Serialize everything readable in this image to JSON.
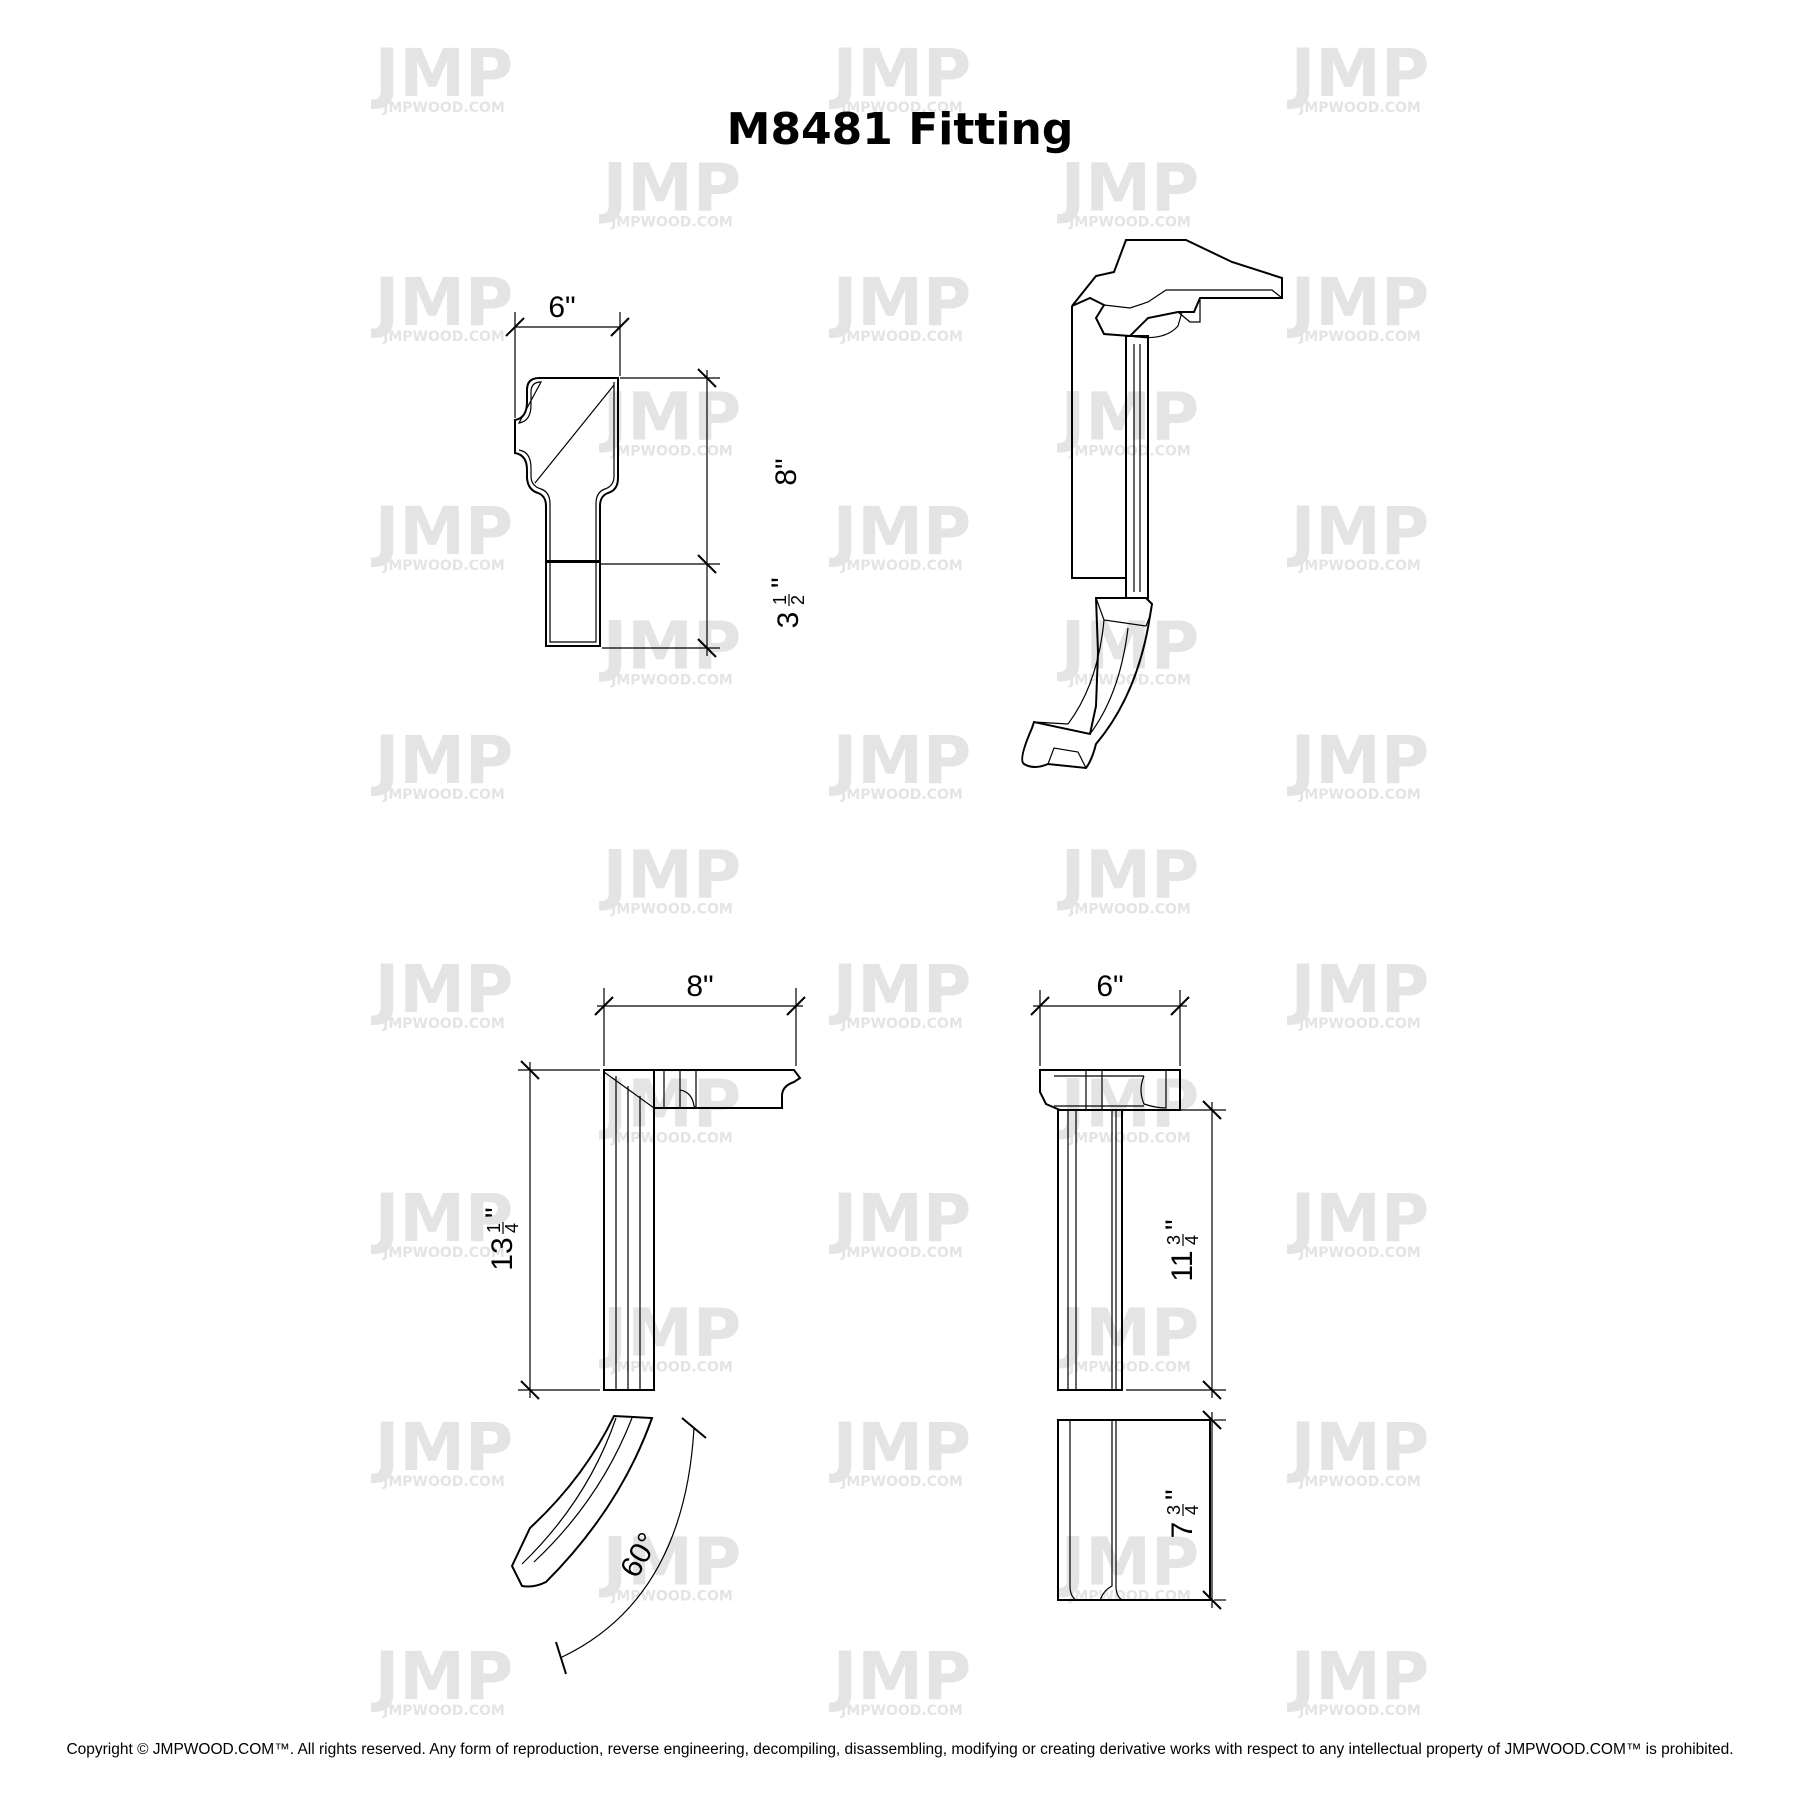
{
  "title": "M8481 Fitting",
  "copyright": "Copyright © JMPWOOD.COM™. All rights reserved. Any form of reproduction, reverse engineering, decompiling, disassembling, modifying or creating derivative works with respect to any intellectual property of JMPWOOD.COM™ is prohibited.",
  "watermark": {
    "logo": "JMP",
    "text": "JMPWOOD.COM",
    "color": "#e4e4e4"
  },
  "dimensions": {
    "top_width": "6\"",
    "top_height": "8\"",
    "top_small_whole": "3",
    "top_small_num": "1",
    "top_small_den": "2",
    "side_width": "8\"",
    "side_height_whole": "13",
    "side_height_num": "1",
    "side_height_den": "4",
    "arc_angle": "60°",
    "front_width": "6\"",
    "front_height_whole": "11",
    "front_height_num": "3",
    "front_height_den": "4",
    "lower_height_whole": "7",
    "lower_height_num": "3",
    "lower_height_den": "4",
    "inch_mark": "\""
  }
}
